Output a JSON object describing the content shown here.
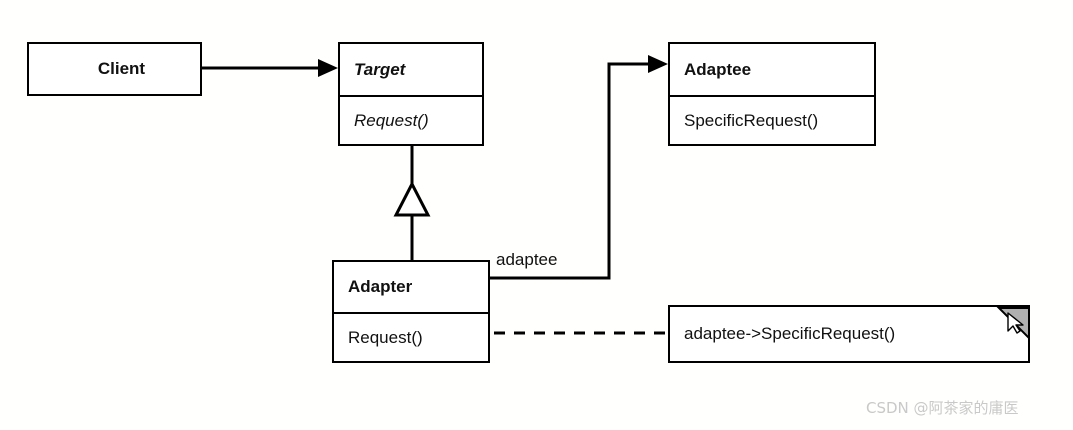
{
  "diagram": {
    "title": "Adapter Pattern Class Diagram",
    "type": "uml-class-diagram",
    "background_color": "#fffffd",
    "line_color": "#000000",
    "fold_fill_color": "#b0b0b0"
  },
  "classes": {
    "client": {
      "name": "Client",
      "stereotype": "concrete",
      "operations": []
    },
    "target": {
      "name": "Target",
      "stereotype": "abstract",
      "operations": [
        {
          "label": "Request()",
          "abstract": true
        }
      ]
    },
    "adaptee": {
      "name": "Adaptee",
      "stereotype": "concrete",
      "operations": [
        {
          "label": "SpecificRequest()",
          "abstract": false
        }
      ]
    },
    "adapter": {
      "name": "Adapter",
      "stereotype": "concrete",
      "operations": [
        {
          "label": "Request()",
          "abstract": false
        }
      ]
    }
  },
  "relationships": {
    "client_to_target": {
      "kind": "association",
      "from": "Client",
      "to": "Target",
      "arrow": "solid-filled-arrowhead"
    },
    "adapter_to_target": {
      "kind": "generalization",
      "from": "Adapter",
      "to": "Target",
      "arrow": "hollow-triangle"
    },
    "adapter_to_adaptee": {
      "kind": "association",
      "from": "Adapter",
      "to": "Adaptee",
      "role_label": "adaptee",
      "arrow": "solid-filled-arrowhead"
    },
    "request_note_link": {
      "kind": "note-anchor",
      "from": "Adapter::Request()",
      "to": "implementation-note",
      "line_style": "dashed",
      "endpoint": "hollow-circle"
    }
  },
  "note": {
    "text": "adaptee->SpecificRequest()",
    "has_folded_corner": true
  },
  "watermark": {
    "text": "CSDN @阿茶家的庸医"
  }
}
